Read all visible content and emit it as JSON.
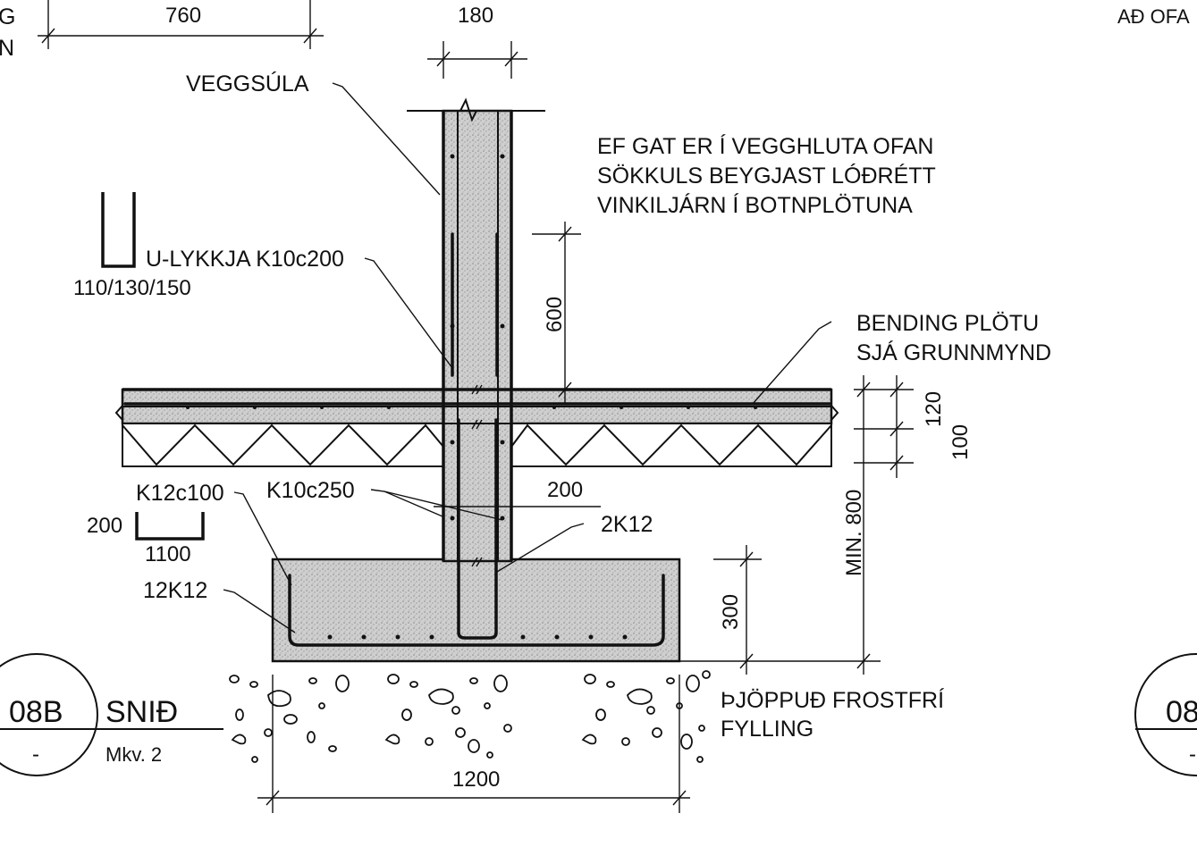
{
  "title": {
    "number": "08B",
    "sub": "-",
    "name": "SNIÐ",
    "scale": "Mkv. 2"
  },
  "title_partial_right": {
    "number": "08",
    "sub": "-"
  },
  "partial_left_text": [
    "G",
    "N"
  ],
  "partial_right_text": "AÐ OFA",
  "labels": {
    "veggsula": "VEGGSÚLA",
    "note_lines": [
      "EF GAT ER Í VEGGHLUTA OFAN",
      "SÖKKULS BEYGJAST LÓÐRÉTT",
      "VINKILJÁRN Í BOTNPLÖTUNA"
    ],
    "u_lykkja": "U-LYKKJA K10c200",
    "u_lykkja_dims": "110/130/150",
    "bending": [
      "BENDING PLÖTU",
      "SJÁ GRUNNMYND"
    ],
    "k12c100": "K12c100",
    "k10c250": "K10c250",
    "k12c100_leg": "200",
    "k12c100_len": "1100",
    "k2k12": "2K12",
    "k12k12": "12K12",
    "fill": [
      "ÞJÖPPUÐ FROSTFRÍ",
      "FYLLING"
    ]
  },
  "dimensions": {
    "d760": "760",
    "d180": "180",
    "d600": "600",
    "d120": "120",
    "d100": "100",
    "d200": "200",
    "dmin800": "MIN. 800",
    "d300": "300",
    "d1200": "1200"
  }
}
